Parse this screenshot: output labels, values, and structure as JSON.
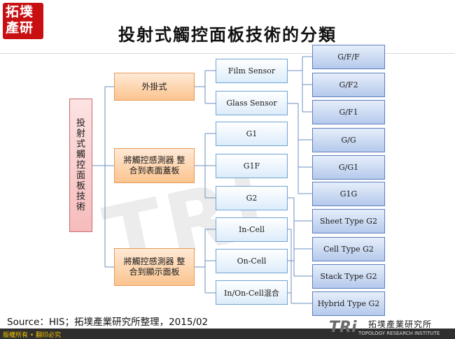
{
  "logo": {
    "text": "拓墣產研"
  },
  "title": "投射式觸控面板技術的分類",
  "root": {
    "label": "投射式觸控面板技術"
  },
  "categories": [
    {
      "label": "外掛式"
    },
    {
      "label": "將觸控感測器 整合到表面蓋板"
    },
    {
      "label": "將觸控感測器 整合到顯示面板"
    }
  ],
  "mid": [
    {
      "label": "Film Sensor"
    },
    {
      "label": "Glass Sensor"
    },
    {
      "label": "G1"
    },
    {
      "label": "G1F"
    },
    {
      "label": "G2"
    },
    {
      "label": "In-Cell"
    },
    {
      "label": "On-Cell"
    },
    {
      "label": "In/On-Cell混合"
    }
  ],
  "leaves": [
    {
      "label": "G/F/F"
    },
    {
      "label": "G/F2"
    },
    {
      "label": "G/F1"
    },
    {
      "label": "G/G"
    },
    {
      "label": "G/G1"
    },
    {
      "label": "G1G"
    },
    {
      "label": "Sheet Type G2"
    },
    {
      "label": "Cell Type G2"
    },
    {
      "label": "Stack Type G2"
    },
    {
      "label": "Hybrid Type G2"
    }
  ],
  "source": "Source：HIS；拓墣產業研究所整理，2015/02",
  "footer": {
    "copyright": "版權所有 • 翻印必究",
    "brand_logo": "TRi",
    "brand_name": "拓墣產業研究所",
    "brand_subtitle": "TOPOLOGY RESEARCH INSTITUTE"
  },
  "watermark": "TRi"
}
